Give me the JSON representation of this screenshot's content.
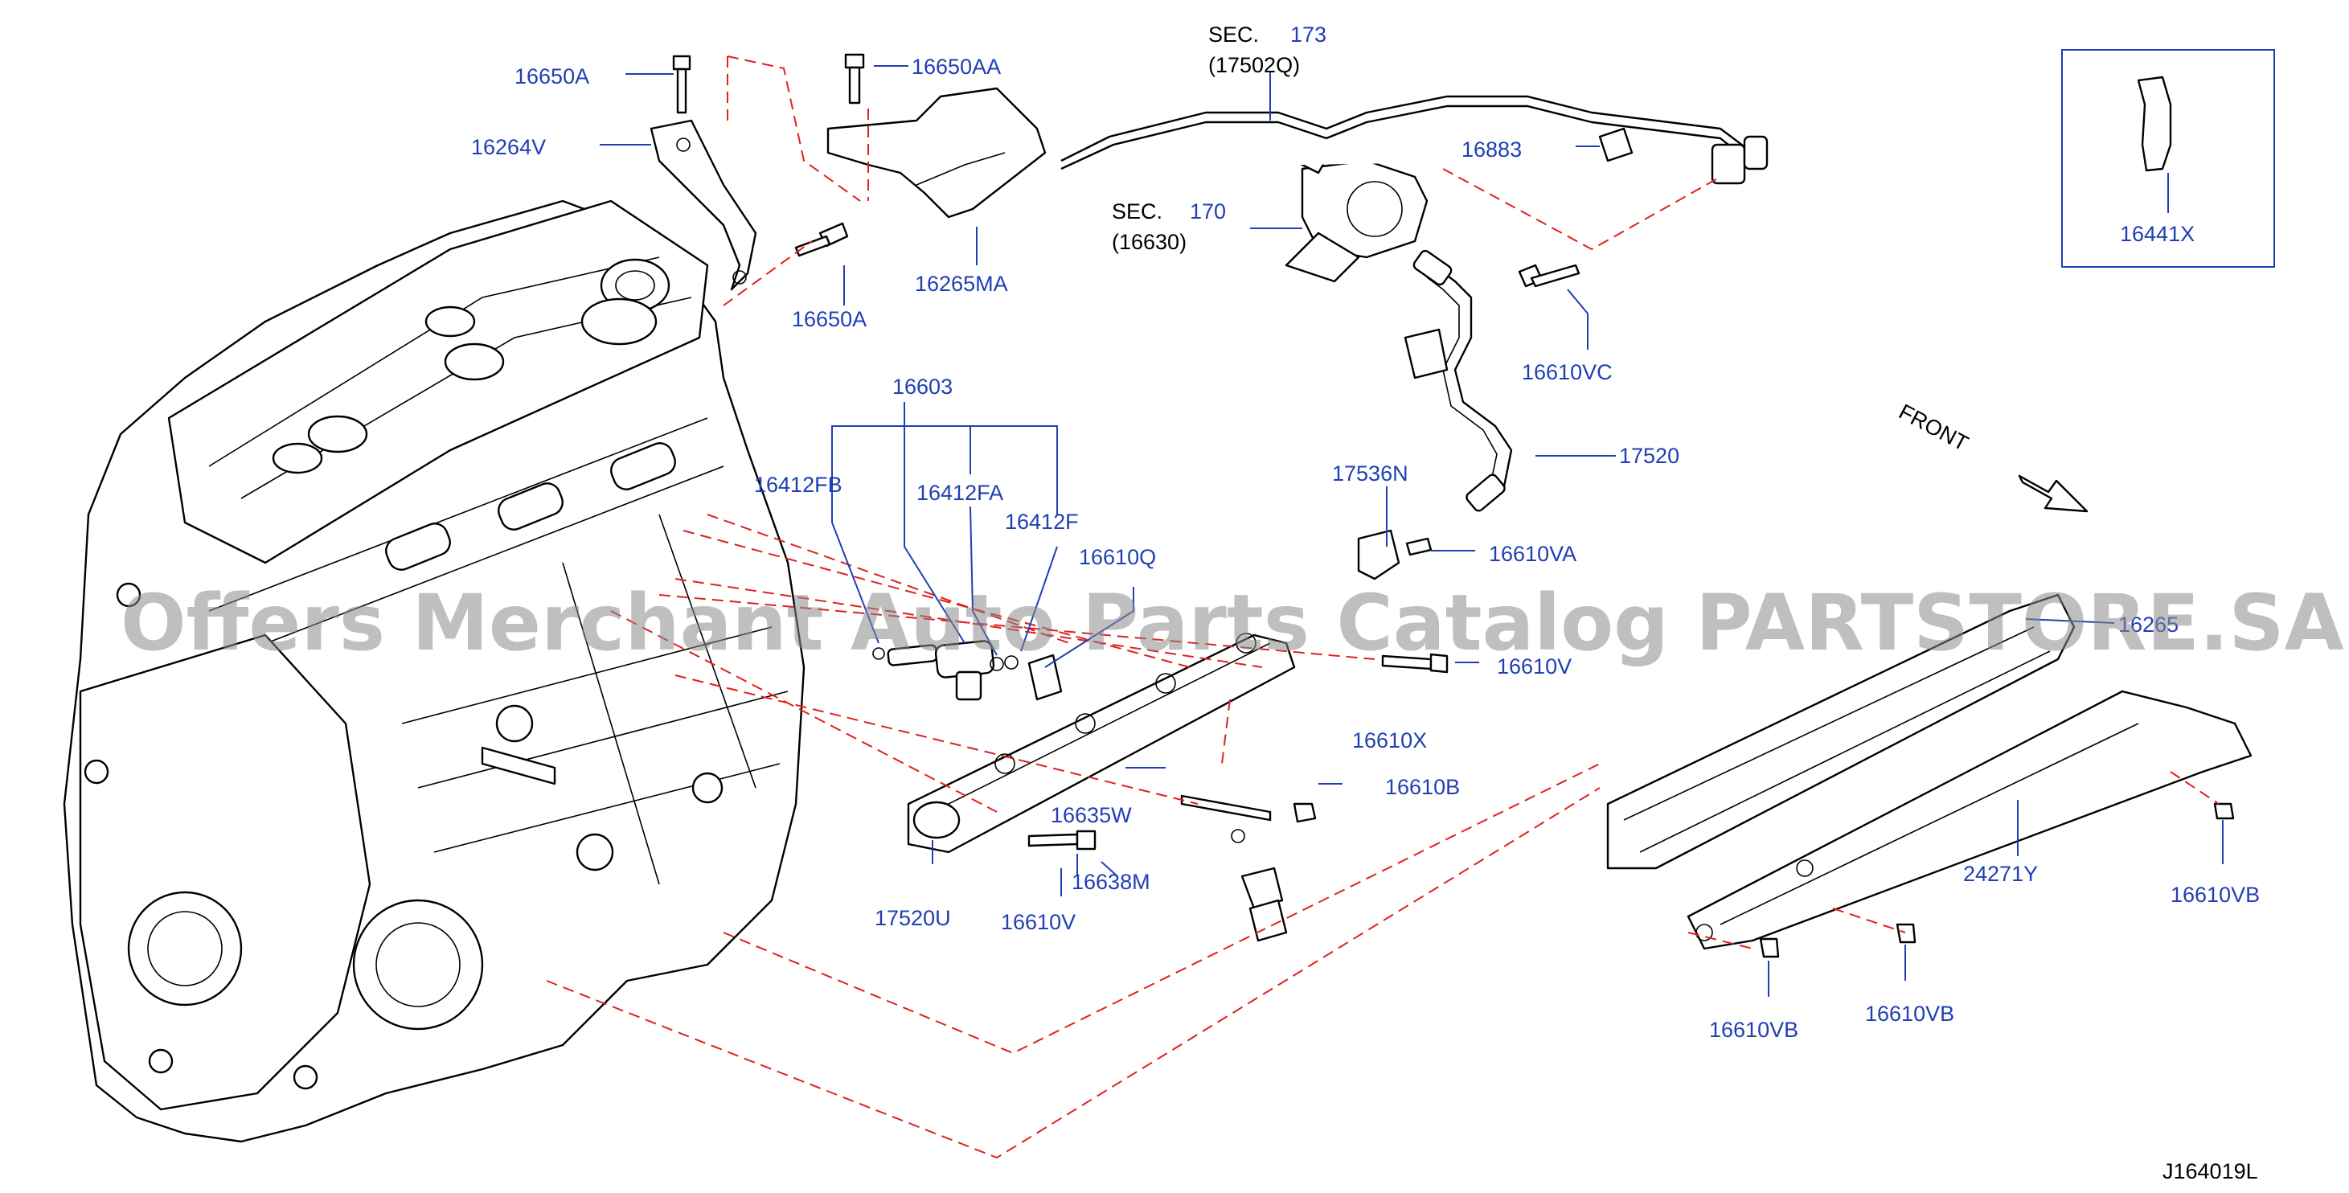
{
  "diagram": {
    "ref_code": "J164019L",
    "front_label": "FRONT",
    "watermark": "Offers Merchant Auto Parts Catalog PARTSTORE.SA",
    "colors": {
      "label": "#1f3fb4",
      "leader": "#1f3fb4",
      "dashed": "#e02020",
      "line_art": "#000000"
    },
    "labels": {
      "p16650A_top": "16650A",
      "p16650AA": "16650AA",
      "p16264V": "16264V",
      "p16650A_mid": "16650A",
      "p16265MA": "16265MA",
      "sec173_prefix": "SEC.",
      "sec173_num": "173",
      "sec173_ref": "(17502Q)",
      "p16883": "16883",
      "sec170_prefix": "SEC.",
      "sec170_num": "170",
      "sec170_ref": "(16630)",
      "p16441X": "16441X",
      "p16610VC": "16610VC",
      "p17520": "17520",
      "p16603": "16603",
      "p16412FB": "16412FB",
      "p16412FA": "16412FA",
      "p16412F": "16412F",
      "p16610Q": "16610Q",
      "p17536N": "17536N",
      "p16610VA": "16610VA",
      "p16265_partial": "16265",
      "p16610V_right": "16610V",
      "p16610X": "16610X",
      "p16610B": "16610B",
      "p16635W": "16635W",
      "p16638M": "16638M",
      "p17520U": "17520U",
      "p16610V_bottom": "16610V",
      "p24271Y": "24271Y",
      "p16610VB_right": "16610VB",
      "p16610VB_mid": "16610VB",
      "p16610VB_left": "16610VB"
    }
  }
}
